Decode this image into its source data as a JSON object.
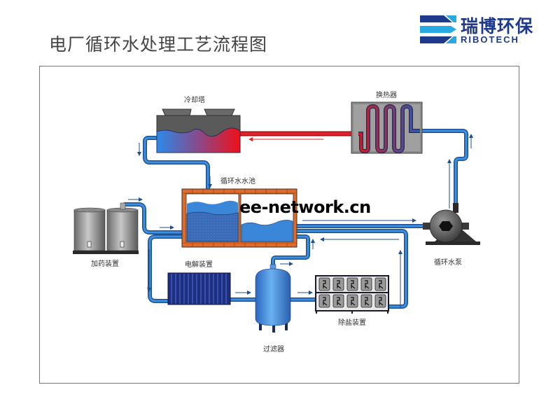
{
  "page": {
    "title": "电厂循环水处理工艺流程图"
  },
  "logo": {
    "name_cn": "瑞博环保",
    "name_en": "RIBOTECH",
    "colors": {
      "dark": "#1e3a8c",
      "light": "#29a9e1"
    }
  },
  "watermark": "ee-network.cn",
  "diagram": {
    "components": [
      {
        "id": "cooling-tower",
        "label": "冷却塔"
      },
      {
        "id": "heat-exchanger",
        "label": "换热器"
      },
      {
        "id": "circulating-pool",
        "label": "循环水水池"
      },
      {
        "id": "dosing-device",
        "label": "加药装置"
      },
      {
        "id": "circulating-pump",
        "label": "循环水泵"
      },
      {
        "id": "electrolysis-device",
        "label": "电解装置"
      },
      {
        "id": "filter",
        "label": "过滤器"
      },
      {
        "id": "desalination-device",
        "label": "除盐装置"
      }
    ],
    "flows": [
      {
        "from": "heat-exchanger",
        "to": "cooling-tower",
        "medium": "hot water"
      },
      {
        "from": "cooling-tower",
        "to": "circulating-pool"
      },
      {
        "from": "dosing-device",
        "to": "circulating-pool"
      },
      {
        "from": "circulating-pool",
        "to": "circulating-pump"
      },
      {
        "from": "circulating-pump",
        "to": "heat-exchanger"
      },
      {
        "from": "circulating-pool",
        "to": "electrolysis-device"
      },
      {
        "from": "electrolysis-device",
        "to": "filter"
      },
      {
        "from": "filter",
        "to": "circulating-pool"
      },
      {
        "from": "filter",
        "to": "desalination-device"
      },
      {
        "from": "desalination-device",
        "to": "circulating-pool"
      }
    ],
    "colors": {
      "pipe": "#2f7fd0",
      "pipe_outline": "#1f4f8f",
      "hot": "#e0202a",
      "brick": "#e06a28",
      "water": "#3a86d8",
      "electrolysis": "#1e2f80"
    }
  }
}
